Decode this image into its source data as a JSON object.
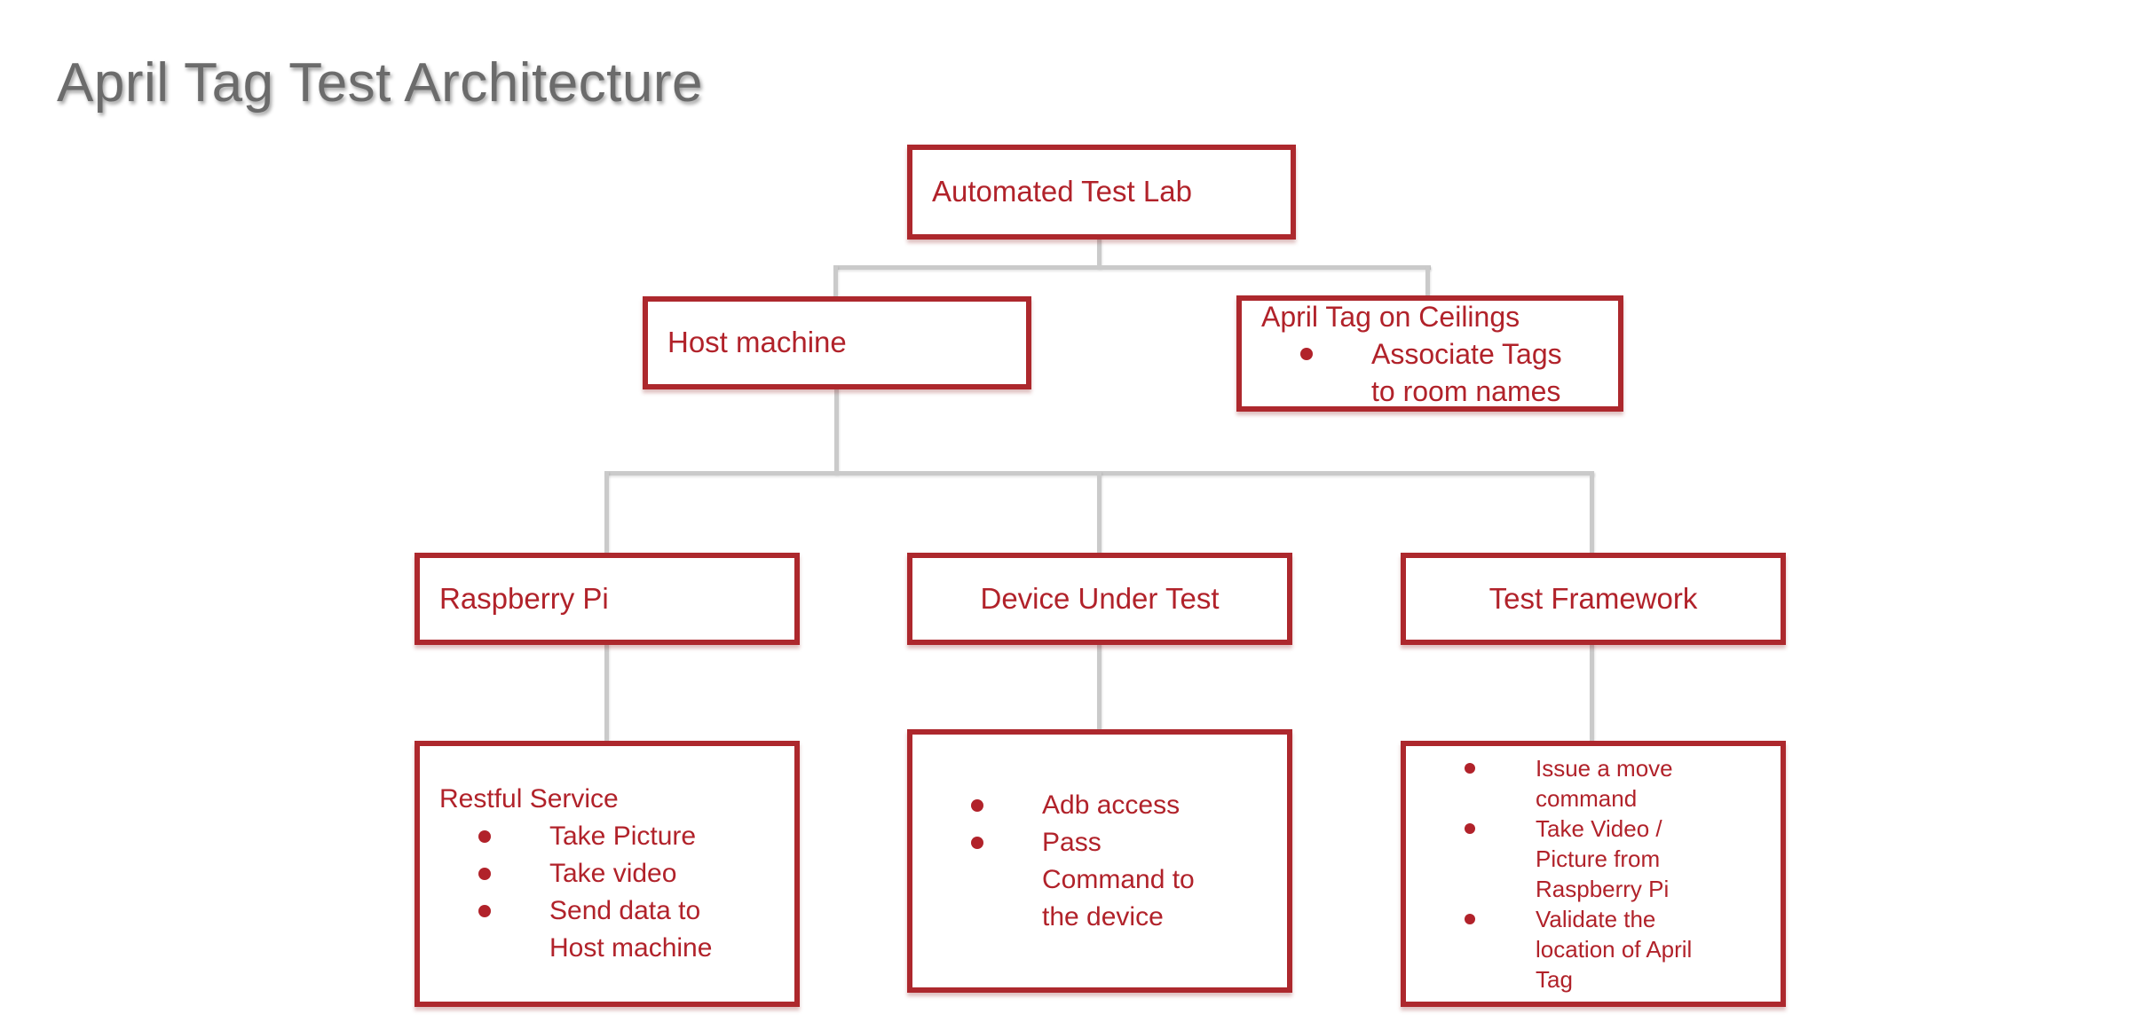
{
  "title": "April Tag Test Architecture",
  "colors": {
    "box_border": "#ad282d",
    "box_text": "#b1222a",
    "connector": "#cacaca",
    "title_text": "#6b6b6b",
    "background": "#ffffff"
  },
  "nodes": {
    "automated_test_lab": {
      "label": "Automated Test Lab"
    },
    "host_machine": {
      "label": "Host machine"
    },
    "april_tag_ceilings": {
      "heading": "April Tag on Ceilings",
      "bullets": [
        "Associate Tags\nto room names"
      ]
    },
    "raspberry_pi": {
      "label": "Raspberry Pi"
    },
    "device_under_test": {
      "label": "Device Under Test"
    },
    "test_framework": {
      "label": "Test Framework"
    },
    "raspberry_pi_details": {
      "heading": "Restful Service",
      "bullets": [
        "Take Picture",
        "Take video",
        "Send data to\nHost machine"
      ]
    },
    "device_under_test_details": {
      "bullets": [
        "Adb access",
        "Pass\nCommand to\nthe device"
      ]
    },
    "test_framework_details": {
      "bullets": [
        "Issue a move\ncommand",
        "Take Video /\nPicture from\nRaspberry Pi",
        "Validate the\nlocation of April\nTag"
      ]
    }
  }
}
